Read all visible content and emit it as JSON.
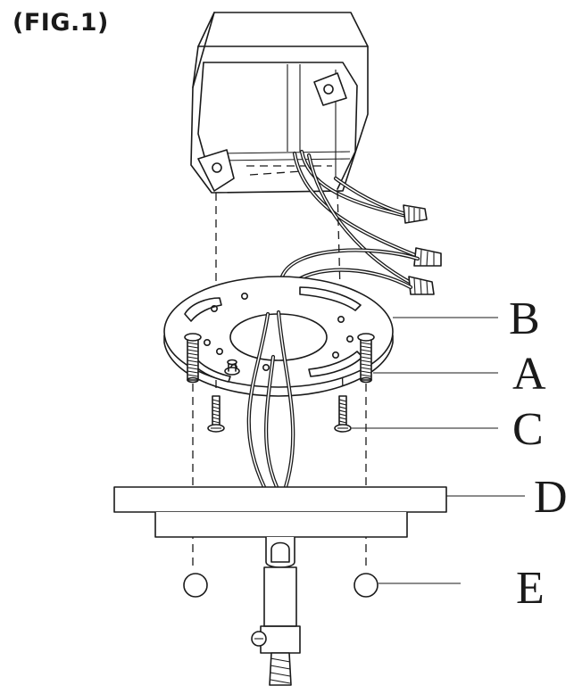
{
  "figure": {
    "title": "(FIG.1)"
  },
  "callouts": {
    "b": "B",
    "a": "A",
    "c": "C",
    "d": "D",
    "e": "E"
  }
}
